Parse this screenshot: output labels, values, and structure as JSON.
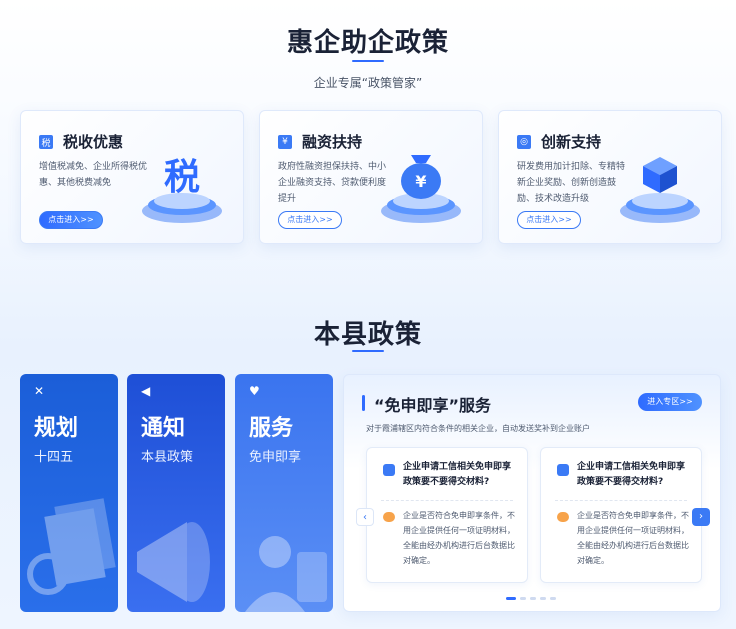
{
  "section1": {
    "title": "惠企助企政策",
    "subtitle": "企业专属“政策管家”"
  },
  "cards": [
    {
      "title": "税收优惠",
      "desc": "增值税减免、企业所得税优惠、其他税费减免",
      "button": "点击进入>>",
      "icon": "tax-icon",
      "illustration_char": "税"
    },
    {
      "title": "融资扶持",
      "desc": "政府性融资担保扶持、中小企业融资支持、贷款便利度提升",
      "button": "点击进入>>",
      "icon": "finance-icon",
      "illustration_char": "¥"
    },
    {
      "title": "创新支持",
      "desc": "研发费用加计扣除、专精特新企业奖励、创新创造鼓励、技术改造升级",
      "button": "点击进入>>",
      "icon": "innovation-icon"
    }
  ],
  "section2": {
    "title": "本县政策"
  },
  "tiles": [
    {
      "title": "规划",
      "sub": "十四五",
      "icon": "tools-icon"
    },
    {
      "title": "通知",
      "sub": "本县政策",
      "icon": "speaker-icon"
    },
    {
      "title": "服务",
      "sub": "免申即享",
      "icon": "heart-icon"
    }
  ],
  "service": {
    "title": "“免申即享”服务",
    "button": "进入专区>>",
    "desc": "对于霞浦辖区内符合条件的相关企业，自动发送奖补到企业账户",
    "items": [
      {
        "question": "企业申请工信相关免申即享政策要不要得交材料?",
        "answer": "企业是否符合免申即享条件，不用企业提供任何一项证明材料，全能由经办机构进行后台数据比对确定。"
      },
      {
        "question": "企业申请工信相关免申即享政策要不要得交材料?",
        "answer": "企业是否符合免申即享条件，不用企业提供任何一项证明材料，全能由经办机构进行后台数据比对确定。"
      }
    ],
    "carousel": {
      "pages": 5,
      "active_page": 1
    }
  },
  "colors": {
    "accent": "#2f6bff",
    "tile_blue": "#1b5ed8",
    "answer_icon": "#f7a34a"
  }
}
